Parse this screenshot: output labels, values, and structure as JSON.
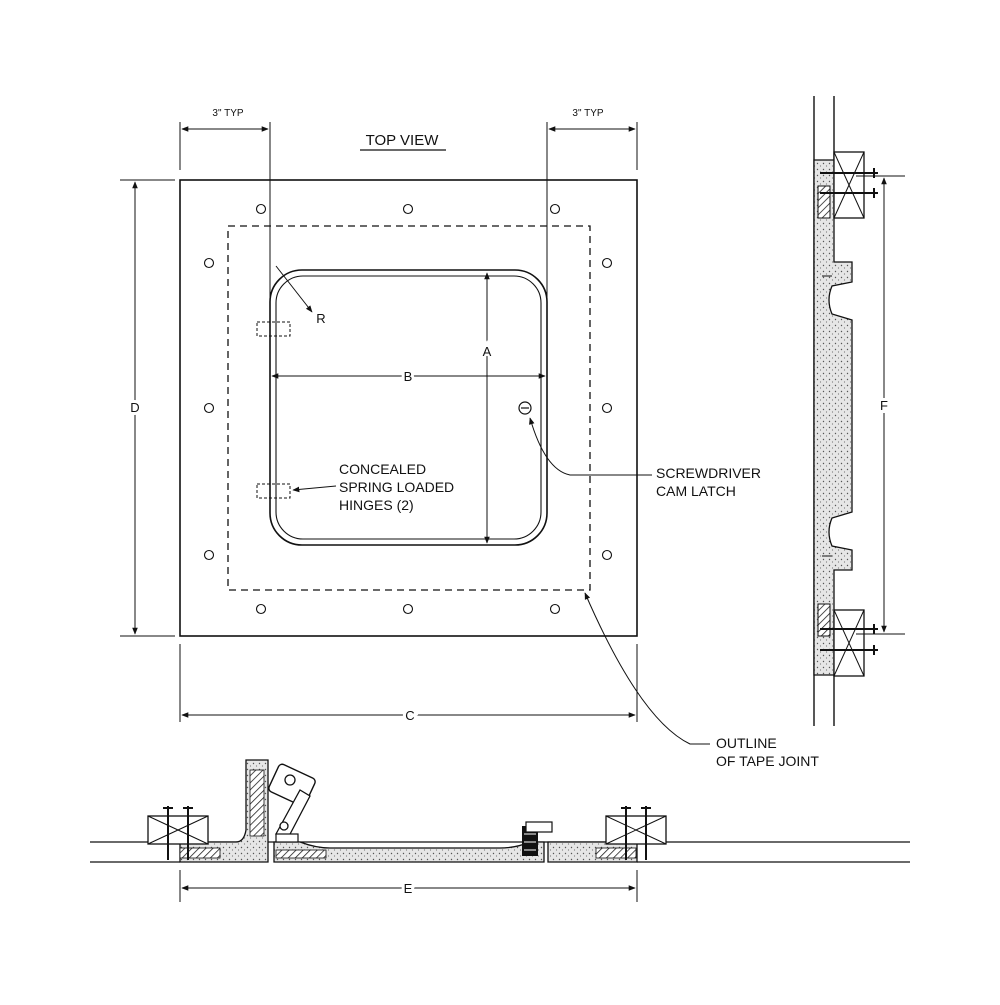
{
  "view_title": "TOP VIEW",
  "dims": {
    "typ_left": "3\"  TYP",
    "typ_right": "3\"  TYP",
    "a": "A",
    "b": "B",
    "c": "C",
    "d": "D",
    "e": "E",
    "f": "F",
    "r": "R"
  },
  "callouts": {
    "hinges": [
      "CONCEALED",
      "SPRING LOADED",
      "HINGES (2)"
    ],
    "latch": [
      "SCREWDRIVER",
      "CAM LATCH"
    ],
    "tape": [
      "OUTLINE",
      "OF TAPE JOINT"
    ]
  }
}
